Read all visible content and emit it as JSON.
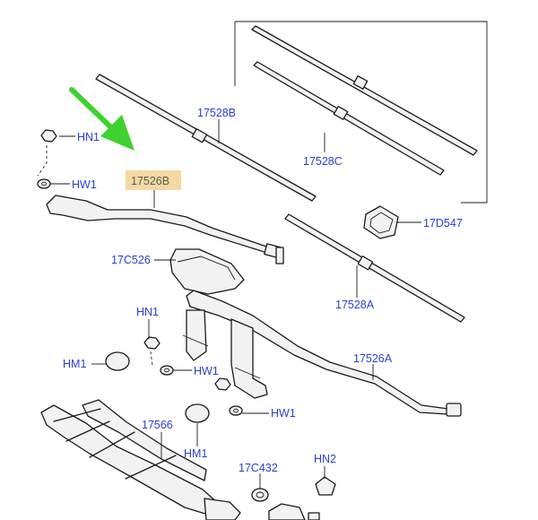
{
  "labels": {
    "hn1_top": "HN1",
    "hw1_top": "HW1",
    "p17526b": "17526B",
    "p17528b": "17528B",
    "p17528c": "17528C",
    "p17d547": "17D547",
    "p17c526": "17C526",
    "p17528a": "17528A",
    "hn1_mid": "HN1",
    "hm1_left": "HM1",
    "hw1_mid": "HW1",
    "p17526a": "17526A",
    "hw1_right": "HW1",
    "p17566": "17566",
    "hm1_bottom": "HM1",
    "p17c432": "17C432",
    "hn2": "HN2"
  },
  "colors": {
    "callout_text": "#2a3fd6",
    "highlight_fill": "#f5d9a3",
    "arrow": "#3fd12f",
    "line": "#1a1a1a"
  }
}
